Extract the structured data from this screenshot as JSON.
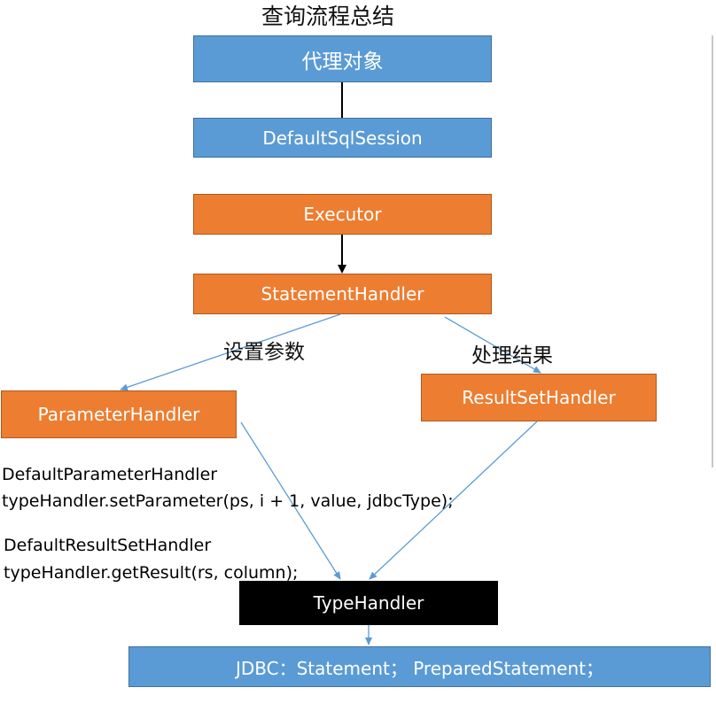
{
  "title": "查询流程总结",
  "boxes": {
    "proxy": "代理对象",
    "sqlsession": "DefaultSqlSession",
    "executor": "Executor",
    "statement_handler": "StatementHandler",
    "parameter_handler": "ParameterHandler",
    "resultset_handler": "ResultSetHandler",
    "type_handler": "TypeHandler",
    "jdbc": "JDBC：Statement； PreparedStatement；"
  },
  "edge_labels": {
    "set_params": "设置参数",
    "handle_results": "处理结果"
  },
  "code_notes": {
    "param_class": "DefaultParameterHandler",
    "param_call": " typeHandler.setParameter(ps, i + 1, value, jdbcType);",
    "result_class": "DefaultResultSetHandler",
    "result_call": "typeHandler.getResult(rs, column);"
  },
  "colors": {
    "blue": "#5b9bd5",
    "orange": "#ed7d31",
    "black": "#000000",
    "connector_blue": "#5b9bd5",
    "connector_black": "#000000"
  }
}
